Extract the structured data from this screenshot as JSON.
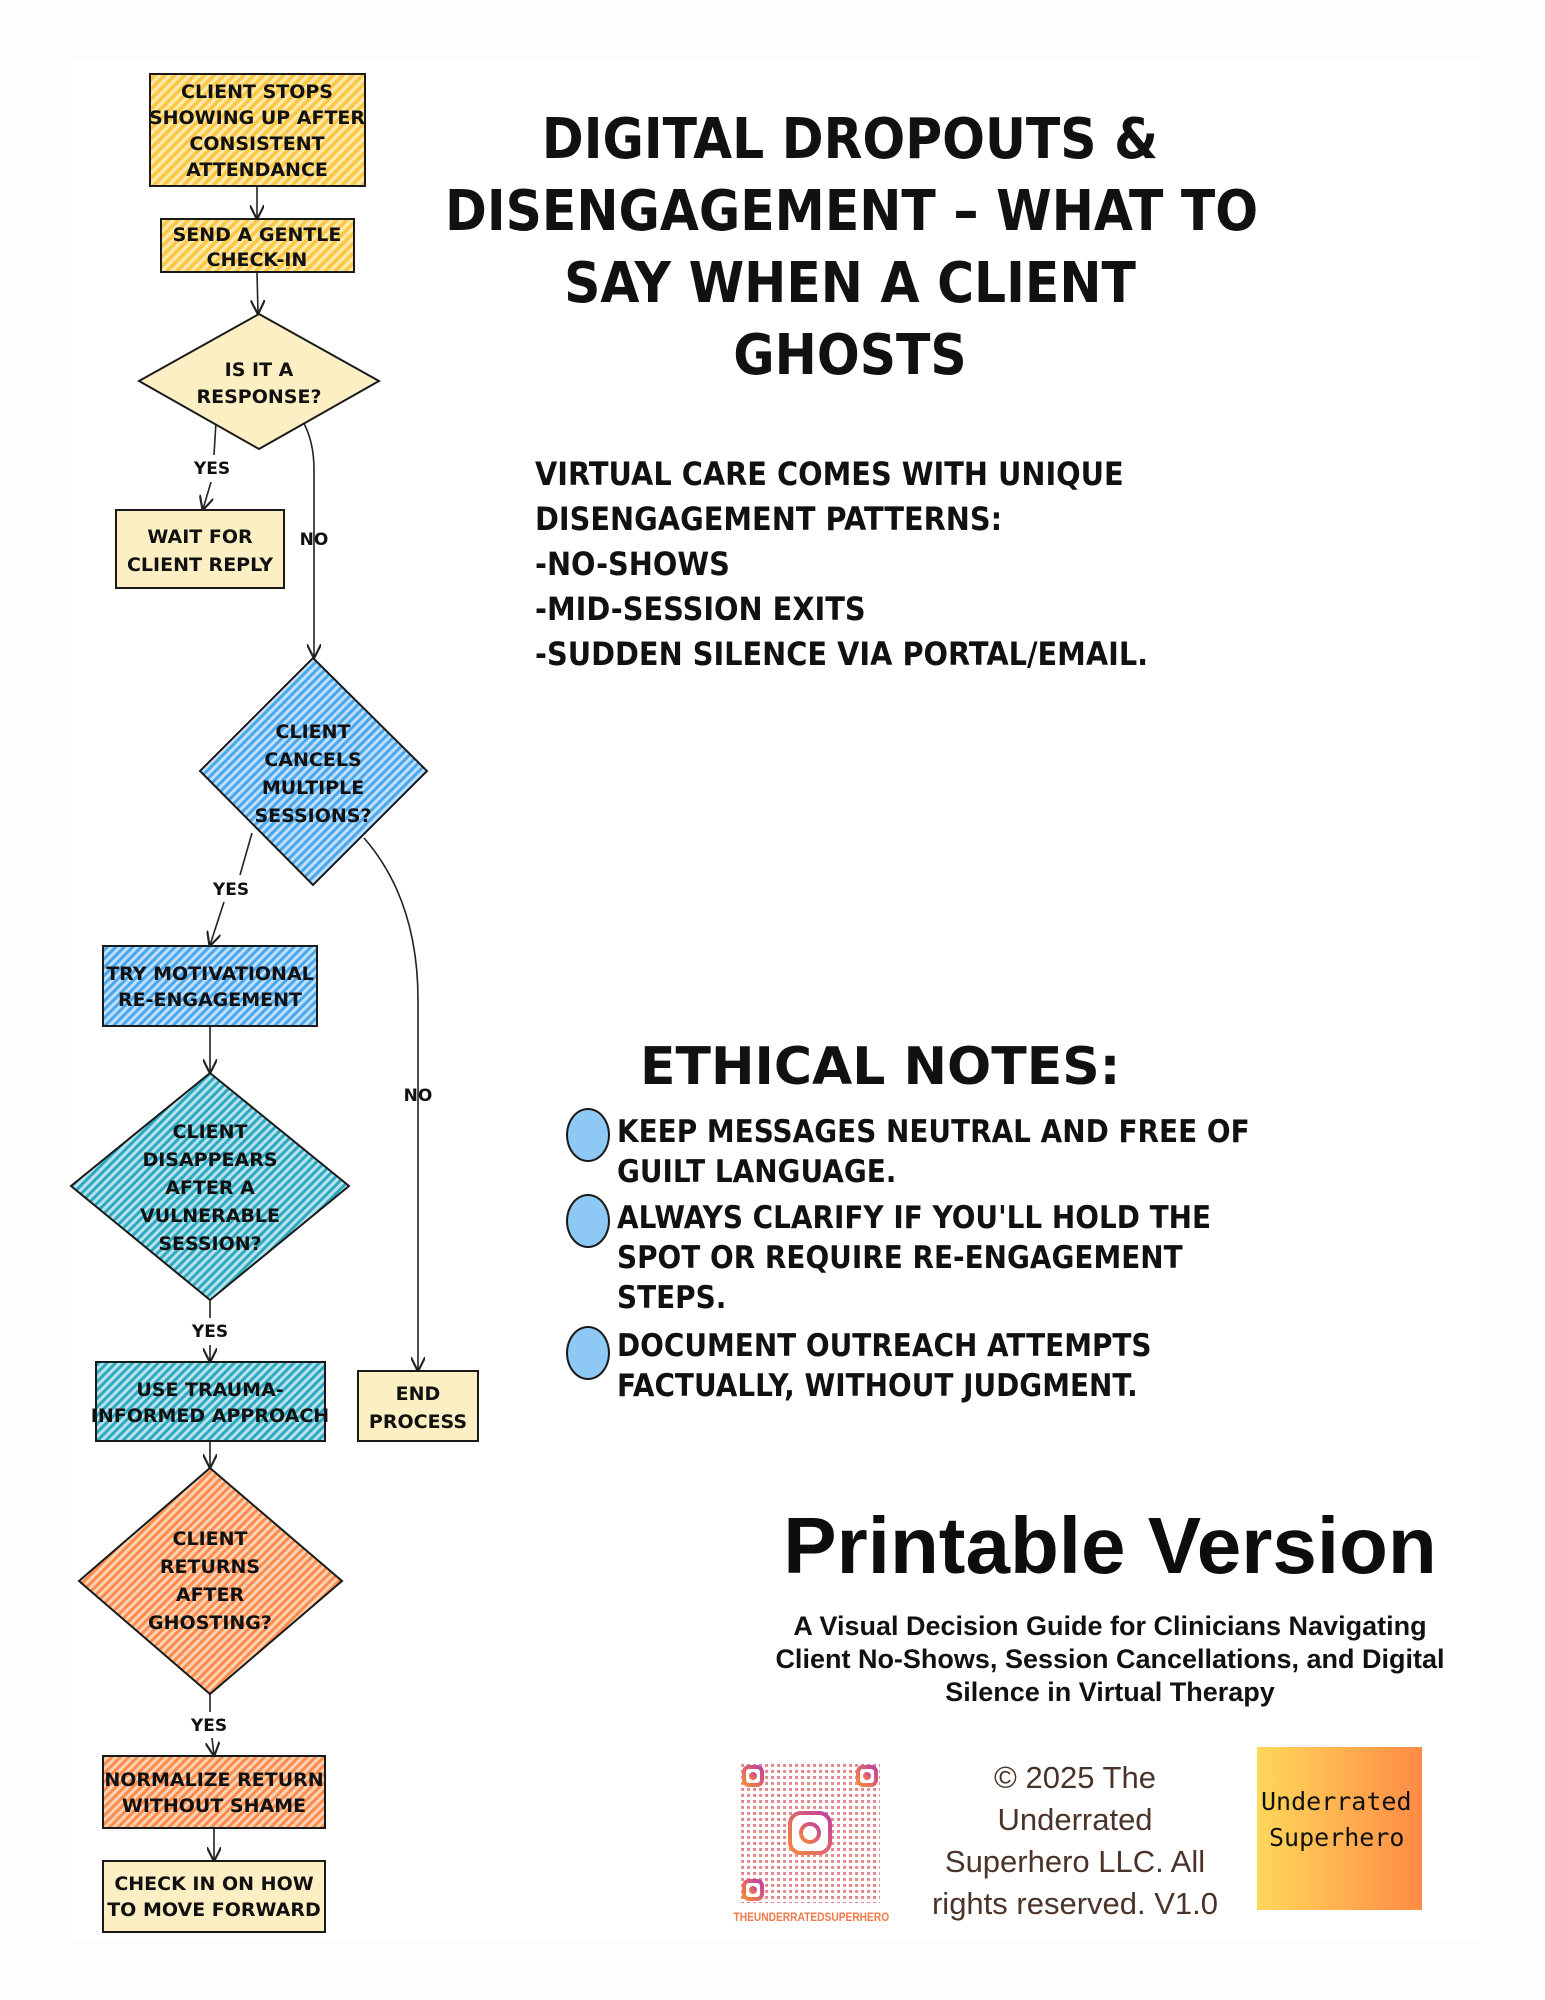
{
  "title": {
    "lines": [
      "Digital Dropouts &",
      "Disengagement – What to",
      "say when a client",
      "ghosts"
    ]
  },
  "intro": {
    "lines": [
      "Virtual care comes with unique",
      "disengagement patterns:",
      "-No-shows",
      "-Mid-session exits",
      "-Sudden silence via portal/email."
    ]
  },
  "ethics": {
    "heading": "Ethical Notes:",
    "items": [
      {
        "lines": [
          "Keep messages neutral and free of",
          "guilt language."
        ]
      },
      {
        "lines": [
          "Always clarify if you'll hold the",
          "spot or require re-engagement",
          "steps."
        ]
      },
      {
        "lines": [
          "Document outreach attempts",
          "factually, without judgment."
        ]
      }
    ],
    "bullet_color": "#8ec9f5"
  },
  "flow": {
    "nodes": [
      {
        "lines": [
          "Client stops",
          "showing up after",
          "consistent",
          "attendance"
        ],
        "color": "#fdc644"
      },
      {
        "lines": [
          "Send a gentle",
          "check-in"
        ],
        "color": "#fdc644"
      },
      {
        "lines": [
          "Is it a",
          "response?"
        ],
        "color": "#fdefc4"
      },
      {
        "lines": [
          "Wait for",
          "client reply"
        ],
        "color": "#fdefc4"
      },
      {
        "lines": [
          "Client",
          "cancels",
          "multiple",
          "sessions?"
        ],
        "color": "#4aa7ee"
      },
      {
        "lines": [
          "Try motivational",
          "re-engagement"
        ],
        "color": "#4aa7ee"
      },
      {
        "lines": [
          "Client",
          "disappears",
          "after a",
          "vulnerable",
          "session?"
        ],
        "color": "#2fa8c2"
      },
      {
        "lines": [
          "Use trauma-",
          "informed approach"
        ],
        "color": "#2fa8c2"
      },
      {
        "lines": [
          "End",
          "process"
        ],
        "color": "#fdefc4"
      },
      {
        "lines": [
          "Client",
          "returns",
          "after",
          "ghosting?"
        ],
        "color": "#fb8c4c"
      },
      {
        "lines": [
          "Normalize return",
          "without shame"
        ],
        "color": "#fb8c4c"
      },
      {
        "lines": [
          "Check in on how",
          "to move forward"
        ],
        "color": "#fdefc4"
      }
    ],
    "labels": {
      "yes": "Yes",
      "no": "No"
    }
  },
  "printable": {
    "title": "Printable Version",
    "subtitle_lines": [
      "A Visual Decision Guide for Clinicians Navigating",
      "Client No-Shows, Session Cancellations, and Digital",
      "Silence in Virtual Therapy"
    ]
  },
  "footer": {
    "qr_label": "THEUNDERRATEDSUPERHERO",
    "copyright_lines": [
      "© 2025 The",
      "Underrated",
      "Superhero LLC. All",
      "rights reserved. V1.0"
    ],
    "logo_lines": [
      "Underrated",
      "Superhero"
    ]
  }
}
